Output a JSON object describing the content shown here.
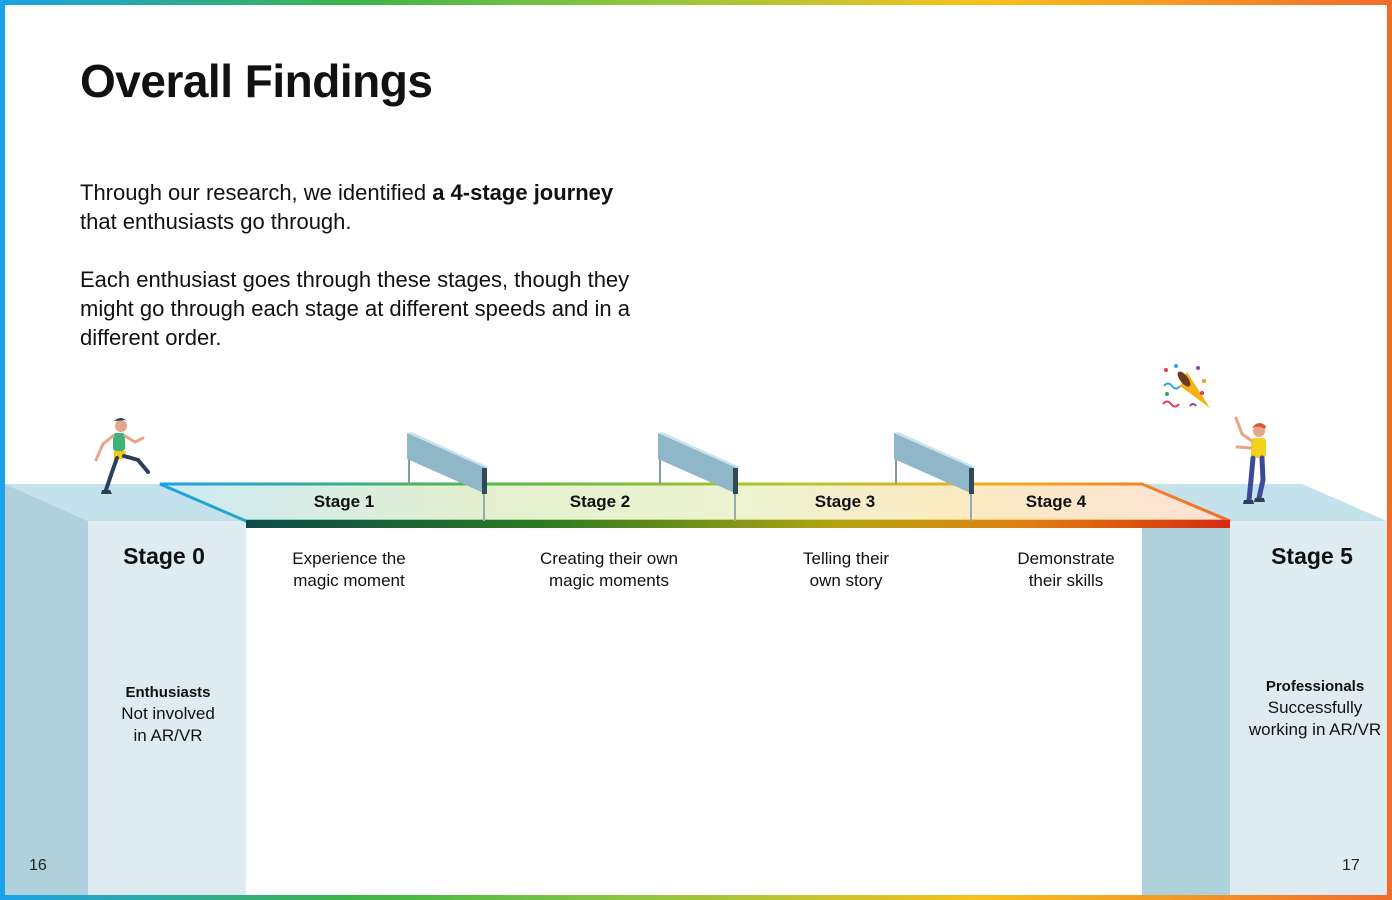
{
  "title": "Overall Findings",
  "intro": {
    "p1_before": "Through our research, we identified ",
    "p1_bold": "a 4-stage journey",
    "p1_after": " that enthusiasts go through.",
    "p2": "Each enthusiast goes through these stages, though they might go through each stage at different speeds and in a different order."
  },
  "stage0": {
    "label": "Stage 0",
    "group_title": "Enthusiasts",
    "group_desc": "Not involved in AR/VR"
  },
  "stages": [
    {
      "label": "Stage 1",
      "desc_line1": "Experience the",
      "desc_line2": "magic moment"
    },
    {
      "label": "Stage 2",
      "desc_line1": "Creating their own",
      "desc_line2": "magic moments"
    },
    {
      "label": "Stage 3",
      "desc_line1": "Telling their",
      "desc_line2": "own story"
    },
    {
      "label": "Stage 4",
      "desc_line1": "Demonstrate",
      "desc_line2": "their skills"
    }
  ],
  "stage5": {
    "label": "Stage 5",
    "group_title": "Professionals",
    "group_desc_line1": "Successfully",
    "group_desc_line2": "working in AR/VR"
  },
  "page_numbers": {
    "left": "16",
    "right": "17"
  },
  "colors": {
    "cliff_top": "#bfe0ea",
    "cliff_side": "#aed1db",
    "cliff_face": "#deecf2",
    "hurdle": "#8fb7c8",
    "stage1": "#4ab7e6",
    "stage2": "#7cc24a",
    "stage3": "#f7c21b",
    "stage4": "#f26b2a",
    "bridge_edge_start": "#0e4a4a",
    "bridge_edge_end": "#d52a10"
  },
  "icons": [
    "runner-icon",
    "celebrating-person-icon",
    "party-popper-icon",
    "hurdle-icon"
  ]
}
